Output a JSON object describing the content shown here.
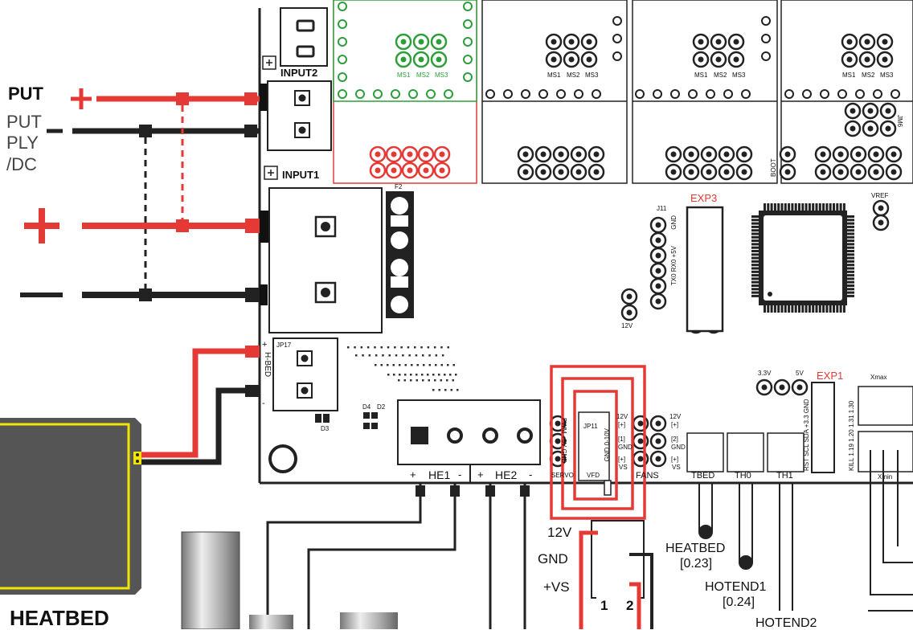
{
  "power": {
    "input_title": "PUT",
    "input_line2": "PUT",
    "input_line3": "PLY",
    "input_line4": "/DC",
    "input2": "INPUT2",
    "input1": "INPUT1",
    "plus_sign": "+",
    "minus_sign": "−"
  },
  "board": {
    "f2": "F2",
    "jp17": "JP17",
    "h_bed": "H-BED",
    "d4": "D4",
    "d2": "D2",
    "d3": "D3",
    "he1": "HE1",
    "he2": "HE2",
    "plus": "+",
    "minus": "-",
    "exp3": "EXP3",
    "exp1": "EXP1",
    "j11": "J11",
    "j11_pins": "TX0 RX0 +5V",
    "gnd": "GND",
    "v12_small": "12V",
    "vref": "VREF",
    "boot": "BOOT",
    "jm6": "JM6",
    "v33": "3.3V",
    "v5": "5V",
    "ms1": "MS1",
    "ms2": "MS2",
    "ms3": "MS3",
    "servo": "SERVO",
    "servo_pins": "PWM +5V GND",
    "jp11": "JP11",
    "vfd": "VFD",
    "vfd_pins": "GND 0-10V",
    "fans": "FANS",
    "tbed": "TBED",
    "th0": "TH0",
    "th1": "TH1",
    "xmax": "Xmax",
    "xmin": "Xmin",
    "exp1_pins": "RST SCL SDA +3.3 GND",
    "exp1_pins2": "KILL 1.19 1.20 1.31 1.30",
    "pin_12v_top": "12V",
    "pin_12v_bracket": "[+]",
    "pin_1": "[1]",
    "pin_2": "[2]",
    "pin_gnd": "GND",
    "pin_vs": "VS",
    "pin_plus": "[+]"
  },
  "callouts": {
    "v12": "12V",
    "gnd": "GND",
    "vs": "+VS",
    "pin1": "1",
    "pin2": "2",
    "heatbed": "HEATBED",
    "heatbed_pin": "[0.23]",
    "hotend1": "HOTEND1",
    "hotend1_pin": "[0.24]",
    "hotend2": "HOTEND2",
    "heatbed_big": "HEATBED"
  },
  "colors": {
    "red": "#e53935",
    "black": "#222222",
    "green": "#2e9e3a",
    "heatbed_yellow": "#f2e500",
    "heatbed_gray": "#5b5b5b"
  }
}
